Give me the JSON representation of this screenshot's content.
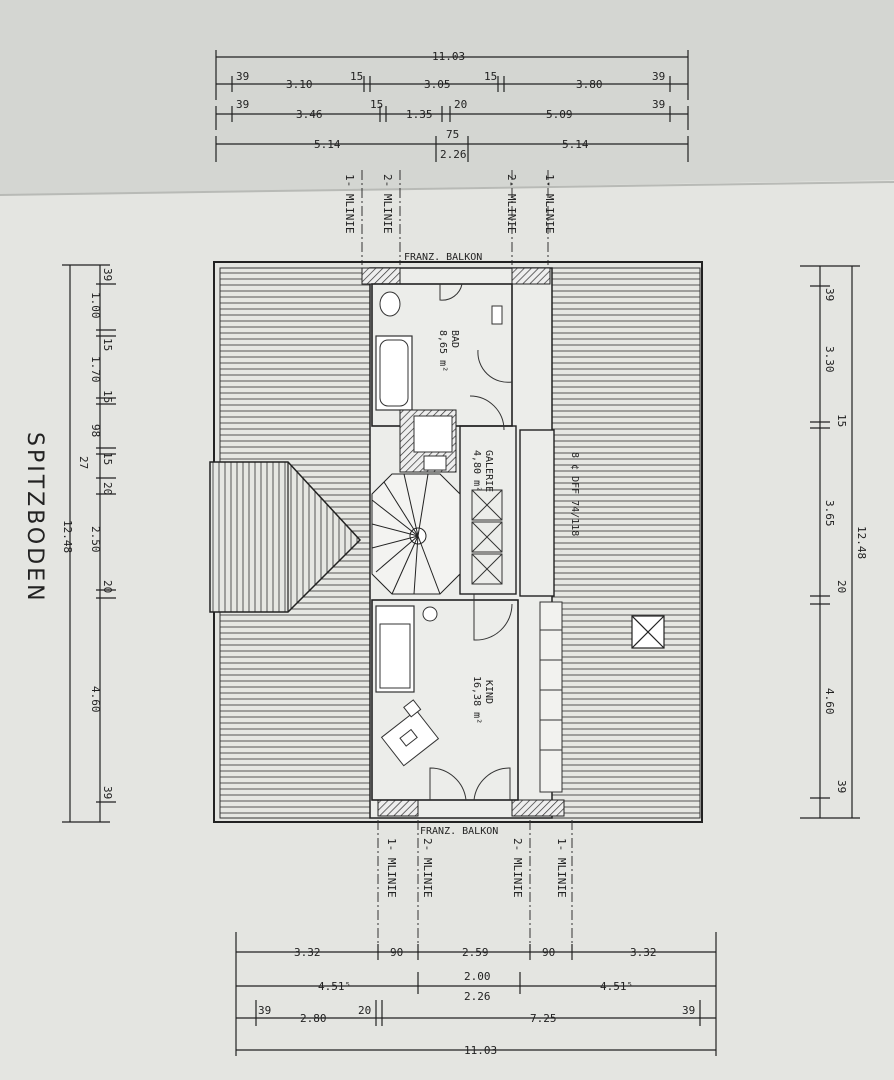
{
  "title": "SPITZBODEN",
  "rooms": {
    "bad_name": "BAD",
    "bad_area": "8,65 m²",
    "galerie_name": "GALERIE",
    "galerie_area": "4,80 m²",
    "kind_name": "KIND",
    "kind_area": "16,38 m²",
    "window_note": "8 ¢ DFF 74/118"
  },
  "labels": {
    "balkon_top": "FRANZ. BALKON",
    "balkon_bottom": "FRANZ. BALKON",
    "ml1": "1- MLINIE",
    "ml2": "2- MLINIE"
  },
  "top_dims": {
    "total": "11.03",
    "row1": [
      "39",
      "3.10",
      "15",
      "3.05",
      "15",
      "3.80",
      "39"
    ],
    "row2": [
      "39",
      "3.46",
      "15",
      "1.35",
      "20",
      "5.09",
      "39"
    ],
    "row3": [
      "5.14",
      "75",
      "2.26",
      "5.14"
    ]
  },
  "left_dims": {
    "total": "12.48",
    "segments": [
      "39",
      "1.00",
      "15",
      "1.70",
      "15",
      "98",
      "15",
      "27",
      "20",
      "2.50",
      "20",
      "4.60",
      "39"
    ]
  },
  "right_dims": {
    "total": "12.48",
    "segments": [
      "39",
      "3.30",
      "15",
      "3.65",
      "20",
      "4.60",
      "39"
    ]
  },
  "bottom_dims": {
    "row1": [
      "3.32",
      "90",
      "2.59",
      "90",
      "3.32"
    ],
    "row2": [
      "4.51⁵",
      "2.00",
      "2.26",
      "4.51⁵"
    ],
    "row3": [
      "39",
      "2.80",
      "20",
      "7.25",
      "39"
    ],
    "total": "11.03"
  }
}
